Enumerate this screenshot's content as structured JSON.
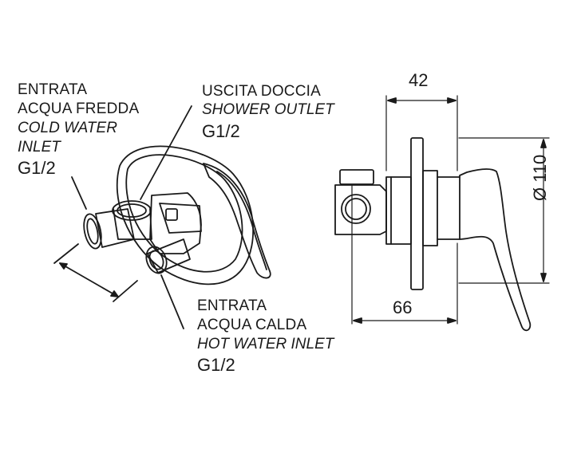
{
  "callouts": {
    "cold_inlet": {
      "it": [
        "ENTRATA",
        "ACQUA FREDDA"
      ],
      "en": [
        "COLD WATER",
        "INLET"
      ],
      "thread": "G1/2"
    },
    "shower_outlet": {
      "it": [
        "USCITA DOCCIA"
      ],
      "en": [
        "SHOWER OUTLET"
      ],
      "thread": "G1/2"
    },
    "hot_inlet": {
      "it": [
        "ENTRATA",
        "ACQUA CALDA"
      ],
      "en": [
        "HOT WATER INLET"
      ],
      "thread": "G1/2"
    }
  },
  "dimensions": {
    "depth_top": "42",
    "depth_bottom": "66",
    "diameter": "Ø 110"
  },
  "colors": {
    "line": "#1a1a1a",
    "background": "#ffffff"
  }
}
